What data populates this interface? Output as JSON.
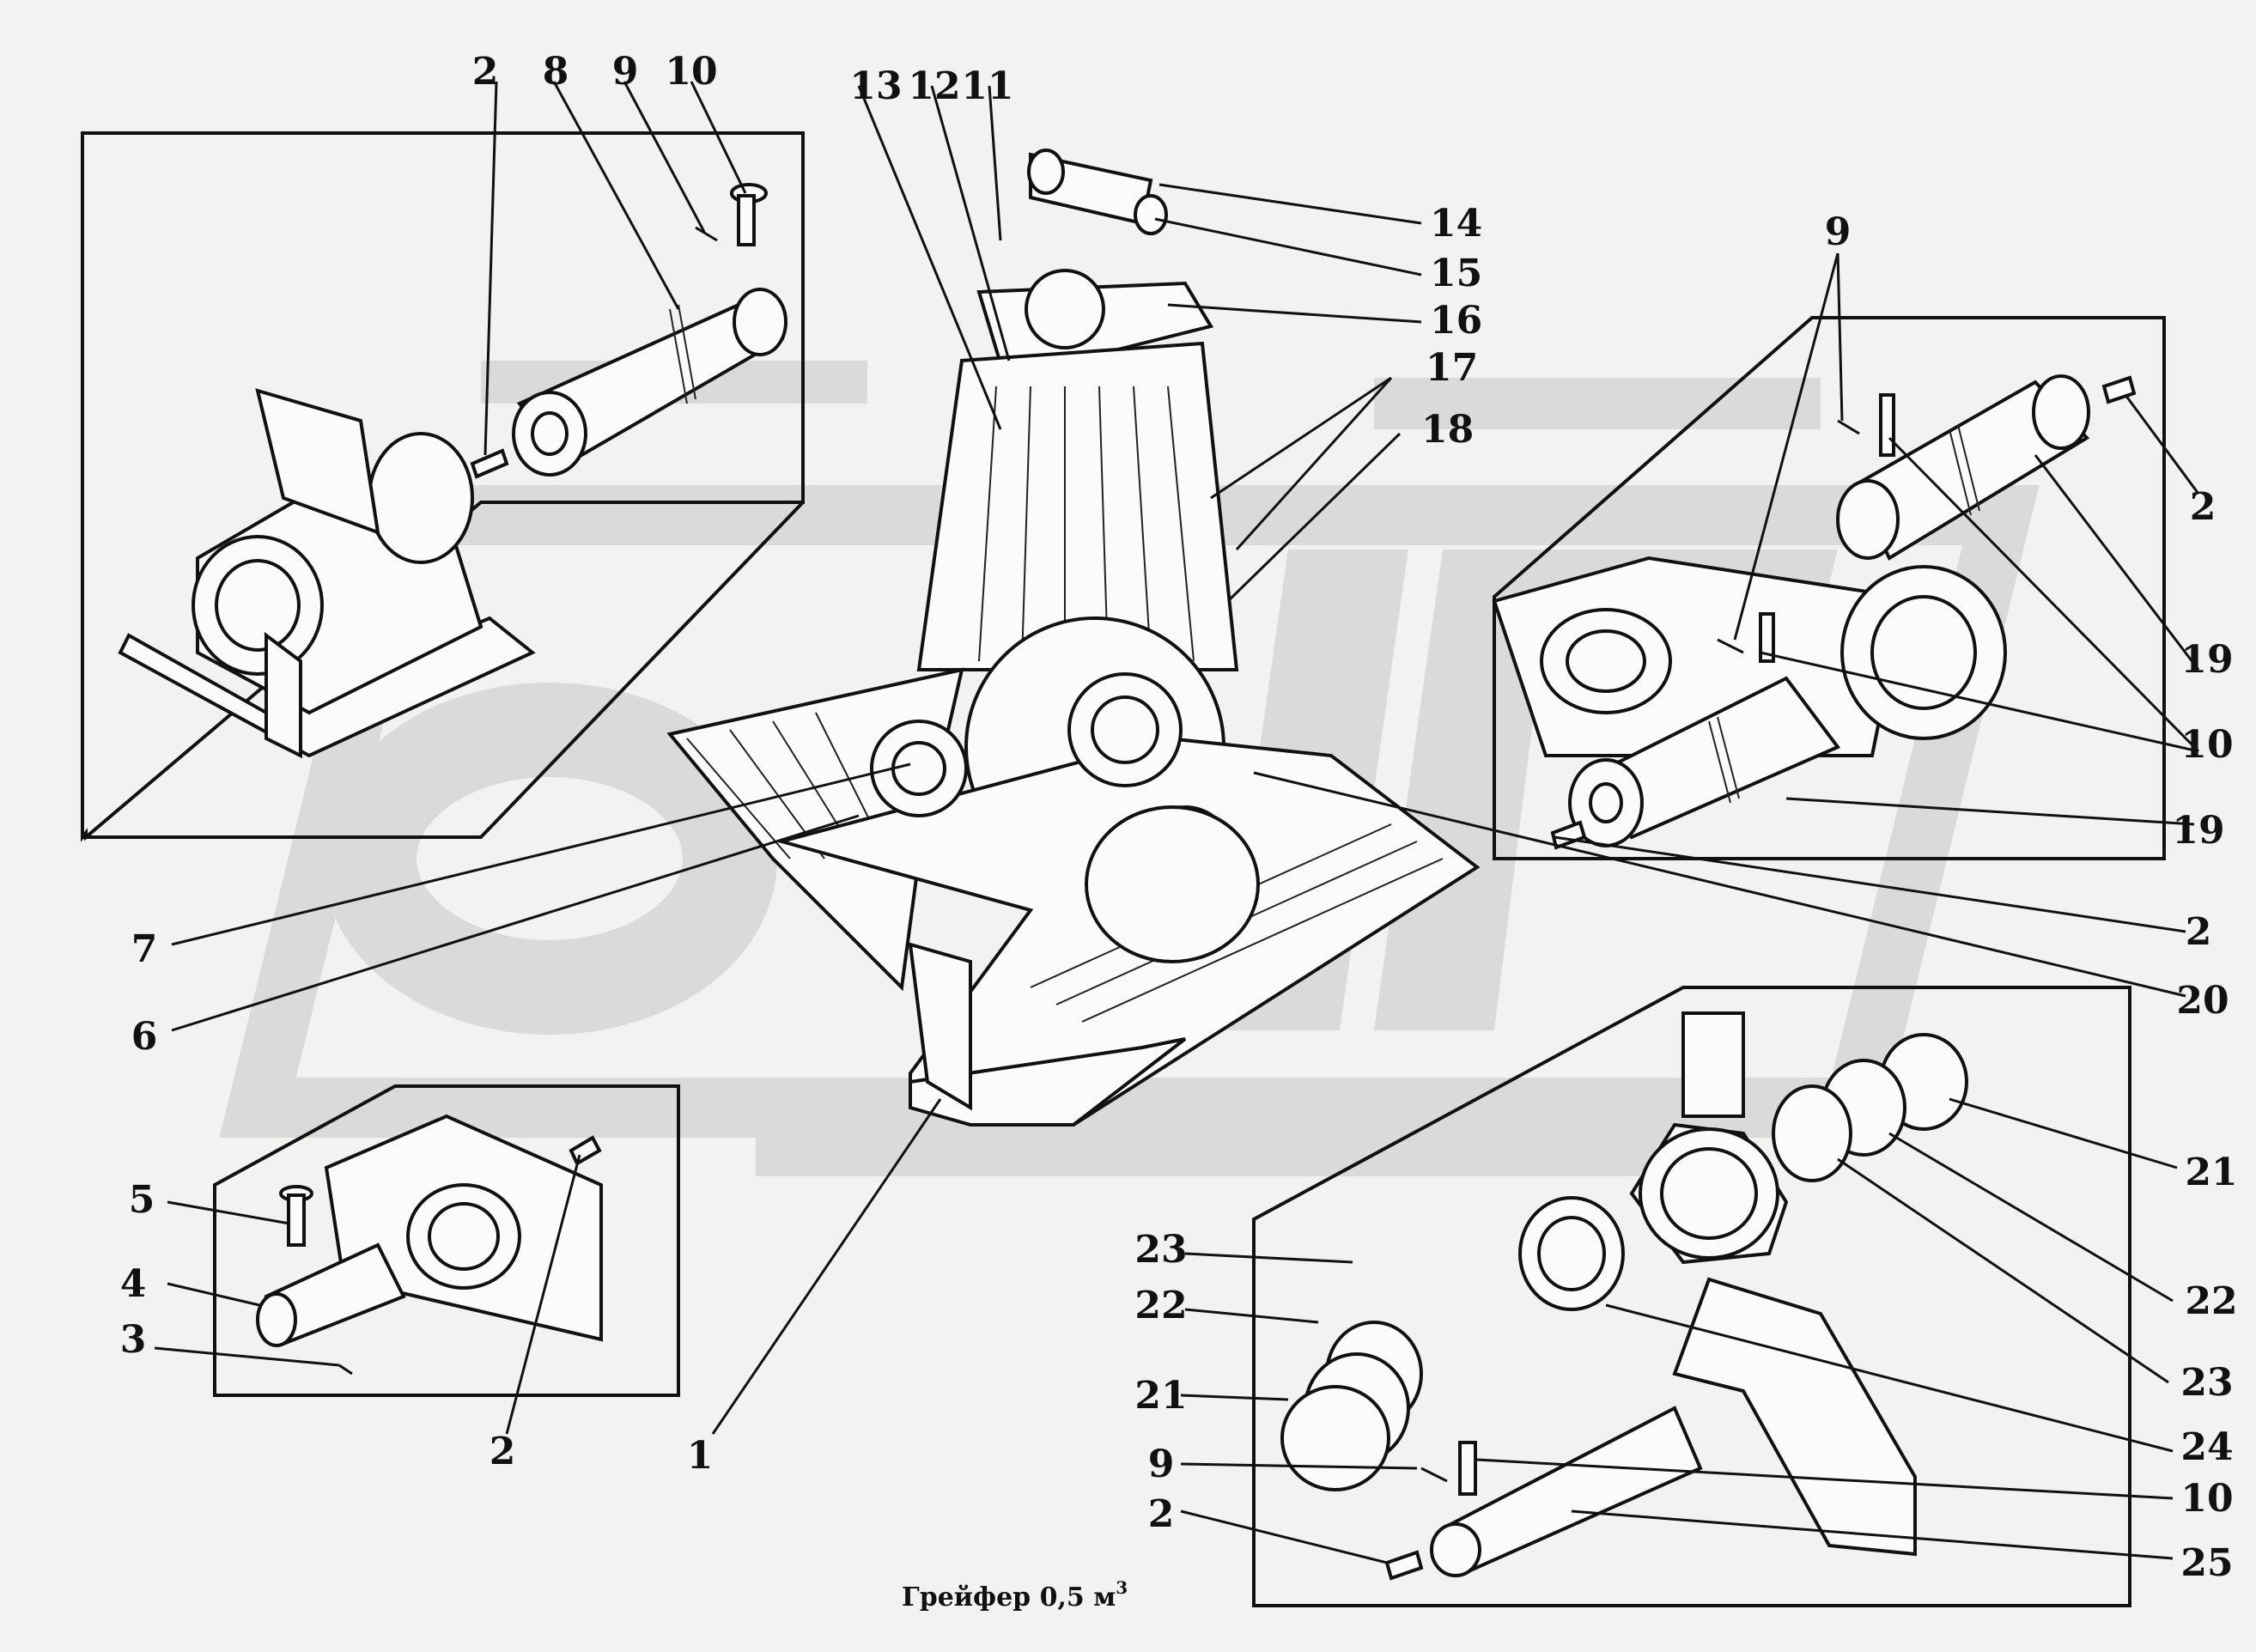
{
  "title": "Грейфер 0,5 м",
  "title_sup": "3",
  "callouts": {
    "c2_tl": "2",
    "c8": "8",
    "c9_tl": "9",
    "c10_tl": "10",
    "c13": "13",
    "c12": "12",
    "c11": "11",
    "c14": "14",
    "c15": "15",
    "c16": "16",
    "c17": "17",
    "c18": "18",
    "c9_tr": "9",
    "c2_tr": "2",
    "c19_a": "19",
    "c10_tr": "10",
    "c19_b": "19",
    "c2_r": "2",
    "c20": "20",
    "c7": "7",
    "c6": "6",
    "c5": "5",
    "c4": "4",
    "c3": "3",
    "c2_bl": "2",
    "c1": "1",
    "c23_l": "23",
    "c22_l": "22",
    "c21_l": "21",
    "c9_br": "9",
    "c2_br": "2",
    "c21_r": "21",
    "c22_r": "22",
    "c23_r": "23",
    "c24": "24",
    "c10_br": "10",
    "c25": "25"
  },
  "colors": {
    "ink": "#111111",
    "paper": "#f2f2f0",
    "watermark": "#d9d9d9"
  }
}
